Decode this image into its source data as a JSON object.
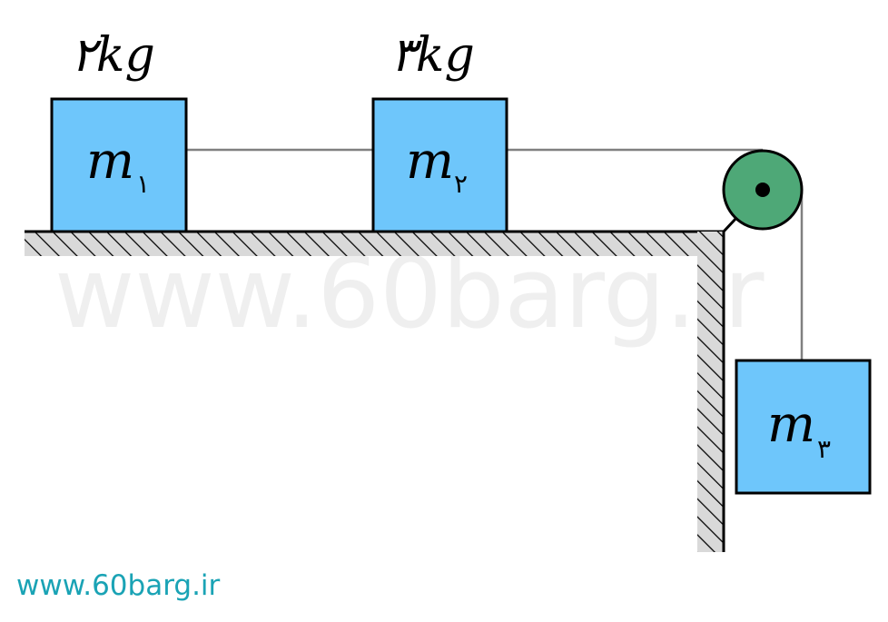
{
  "watermark": "www.60barg.ir",
  "footer_link": "www.60barg.ir",
  "blocks": [
    {
      "id": "m1",
      "symbol": "m",
      "subscript": "١",
      "mass": "٢kg"
    },
    {
      "id": "m2",
      "symbol": "m",
      "subscript": "٢",
      "mass": "٣kg"
    },
    {
      "id": "m3",
      "symbol": "m",
      "subscript": "٣"
    }
  ],
  "colors": {
    "block_fill": "#6ec6fb",
    "pulley_fill": "#4ea877",
    "rope": "#808080",
    "surface_fill": "#d9d9d9",
    "link": "#1aa3b5",
    "watermark": "#efefef"
  }
}
